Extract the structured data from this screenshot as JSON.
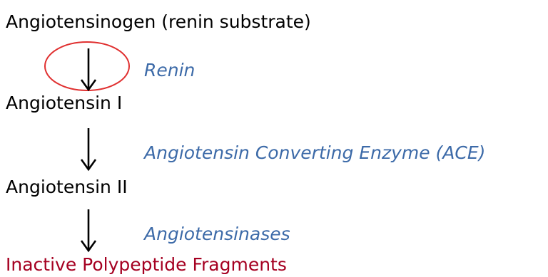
{
  "steps": [
    {
      "label": "Angiotensinogen (renin substrate)"
    },
    {
      "label": "Angiotensin I"
    },
    {
      "label": "Angiotensin II"
    },
    {
      "label": "Inactive Polypeptide Fragments"
    }
  ],
  "enzymes": [
    {
      "label": "Renin"
    },
    {
      "label": "Angiotensin Converting Enzyme (ACE)"
    },
    {
      "label": "Angiotensinases"
    }
  ],
  "colors": {
    "text": "#000000",
    "enzyme": "#3c6aa8",
    "final_product": "#a50021",
    "highlight_ring": "#e03030"
  }
}
